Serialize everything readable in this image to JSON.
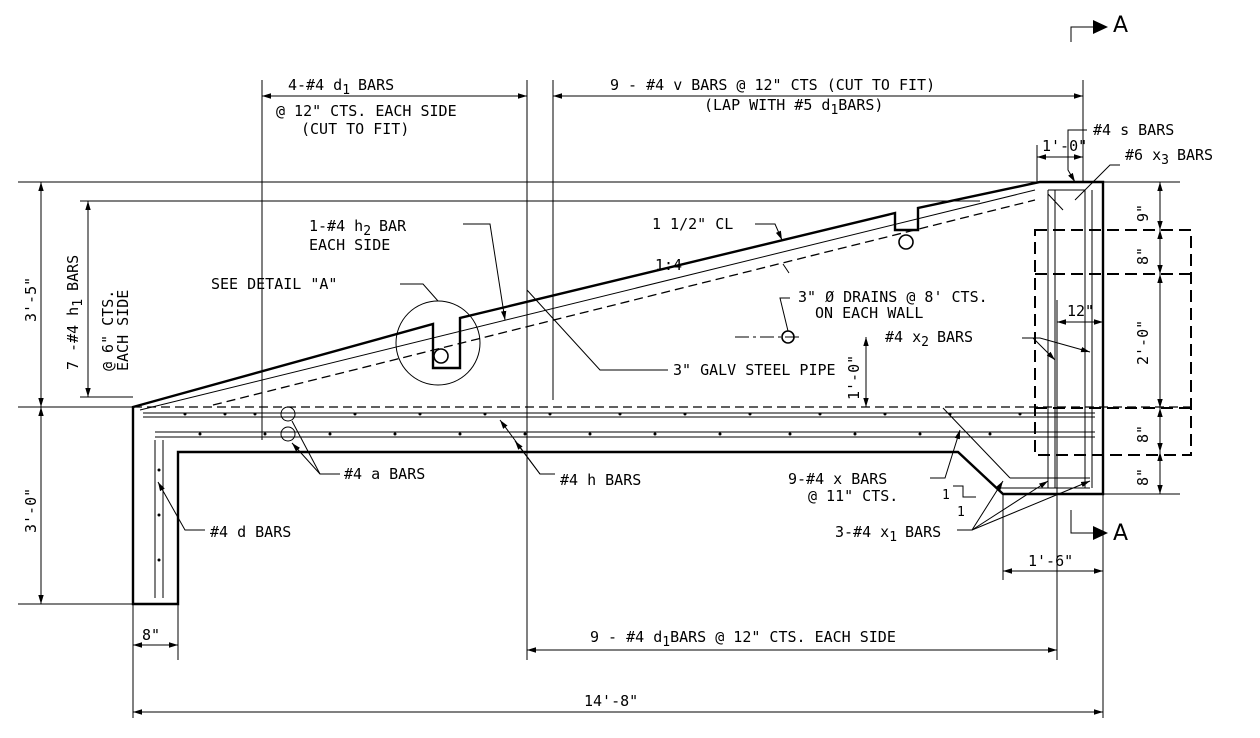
{
  "section_markers": {
    "letter_top": "A",
    "letter_bottom": "A"
  },
  "labels": {
    "d1_top_a": "4-#4 d",
    "d1_top_sub": "1",
    "d1_top_b": "BARS",
    "d1_top_line2": "@ 12\" CTS. EACH SIDE",
    "d1_top_line3": "(CUT TO FIT)",
    "v_bars_line1": "9 - #4 v BARS @ 12\" CTS (CUT TO FIT)",
    "v_bars_line2a": "(LAP WITH #5 d",
    "v_bars_sub": "1",
    "v_bars_line2b": "BARS)",
    "s_bars": "#4 s BARS",
    "x3_a": "#6 x",
    "x3_sub": "3",
    "x3_b": "BARS",
    "h2_line1a": "1-#4 h",
    "h2_sub": "2",
    "h2_line1b": "BAR",
    "h2_line2": "EACH SIDE",
    "cl": "1 1/2\" CL",
    "slope": "1:4",
    "detail": "SEE DETAIL \"A\"",
    "drains_line1": "3\" Ø DRAINS @ 8' CTS.",
    "drains_line2": "ON EACH WALL",
    "x2_a": "#4 x",
    "x2_sub": "2",
    "x2_b": "BARS",
    "pipe": "3\" GALV STEEL PIPE",
    "h1_line1a": "7 -#4 h",
    "h1_sub": "1",
    "h1_line1b": "BARS",
    "h1_line2": "@ 6\" CTS.",
    "h1_line3": "EACH SIDE",
    "a_bars": "#4 a BARS",
    "h_bars": "#4 h BARS",
    "d_bars": "#4 d BARS",
    "x_bars_line1": "9-#4 x BARS",
    "x_bars_line2": "@ 11\" CTS.",
    "x1_a": "3-#4 x",
    "x1_sub": "1",
    "x1_b": "BARS",
    "slope_v": "1",
    "slope_h": "1",
    "d1_bottom_a": "9 - #4 d",
    "d1_bottom_sub": "1",
    "d1_bottom_b": "BARS @ 12\" CTS. EACH SIDE"
  },
  "dimensions": {
    "top_right": "1'-0\"",
    "right_9": "9\"",
    "right_8a": "8\"",
    "right_20": "2'-0\"",
    "right_8b": "8\"",
    "right_8c": "8\"",
    "inner_12": "12\"",
    "left_35": "3'-5\"",
    "left_30": "3'-0\"",
    "drain_10": "1'-0\"",
    "bottom_8": "8\"",
    "bottom_16": "1'-6\"",
    "overall": "14'-8\""
  }
}
